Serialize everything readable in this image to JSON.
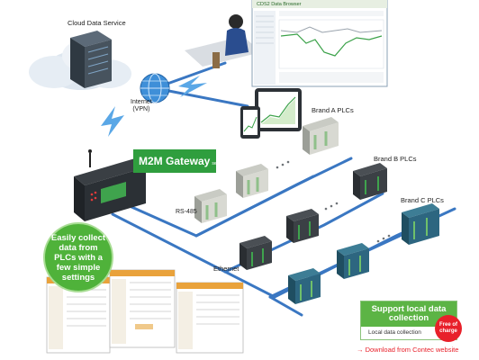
{
  "labels": {
    "cloud": "Cloud Data Service",
    "internet_line1": "Internet",
    "internet_line2": "(VPN)",
    "browser_title": "CDS2 Data Browser",
    "brand_a": "Brand A PLCs",
    "brand_b": "Brand B PLCs",
    "brand_c": "Brand C PLCs",
    "rs485": "RS-485",
    "ethernet": "Ethernet"
  },
  "gateway": {
    "title": "M2M Gateway",
    "series": "series"
  },
  "callout": {
    "text": "Easily collect data from PLCs with a few simple settings"
  },
  "support": {
    "title": "Support local data collection",
    "subtitle": "Local data collection",
    "badge": "Free of charge",
    "download": "→ Download from Contec website"
  },
  "colors": {
    "network_line": "#3a77c2",
    "accent_green": "#2f9e3e",
    "callout_green": "#4fb23a",
    "badge_red": "#e8202a"
  }
}
